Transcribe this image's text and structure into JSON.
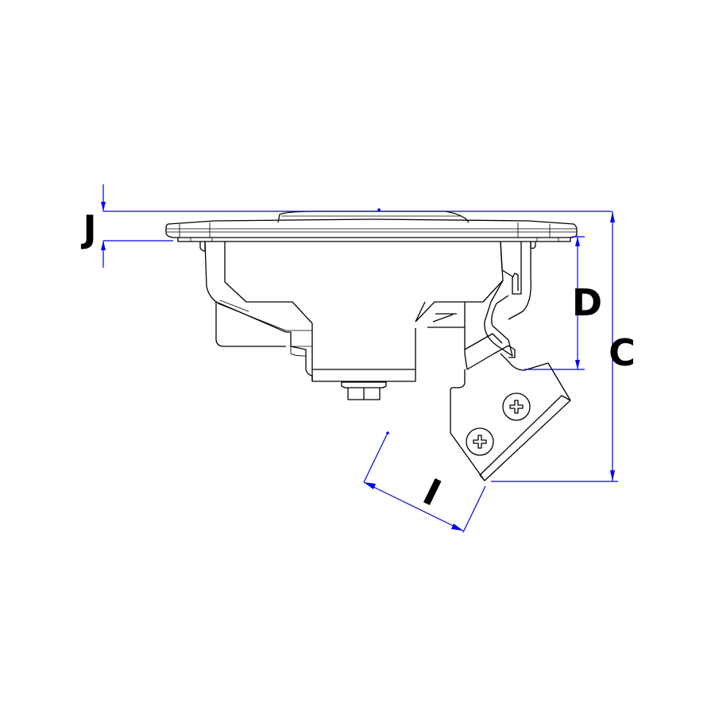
{
  "drawing": {
    "dimensions": [
      {
        "id": "J",
        "label": "J"
      },
      {
        "id": "D",
        "label": "D"
      },
      {
        "id": "C",
        "label": "C"
      },
      {
        "id": "I",
        "label": "I"
      }
    ],
    "colors": {
      "dimension": "#0000ee",
      "outline": "#000000"
    }
  }
}
